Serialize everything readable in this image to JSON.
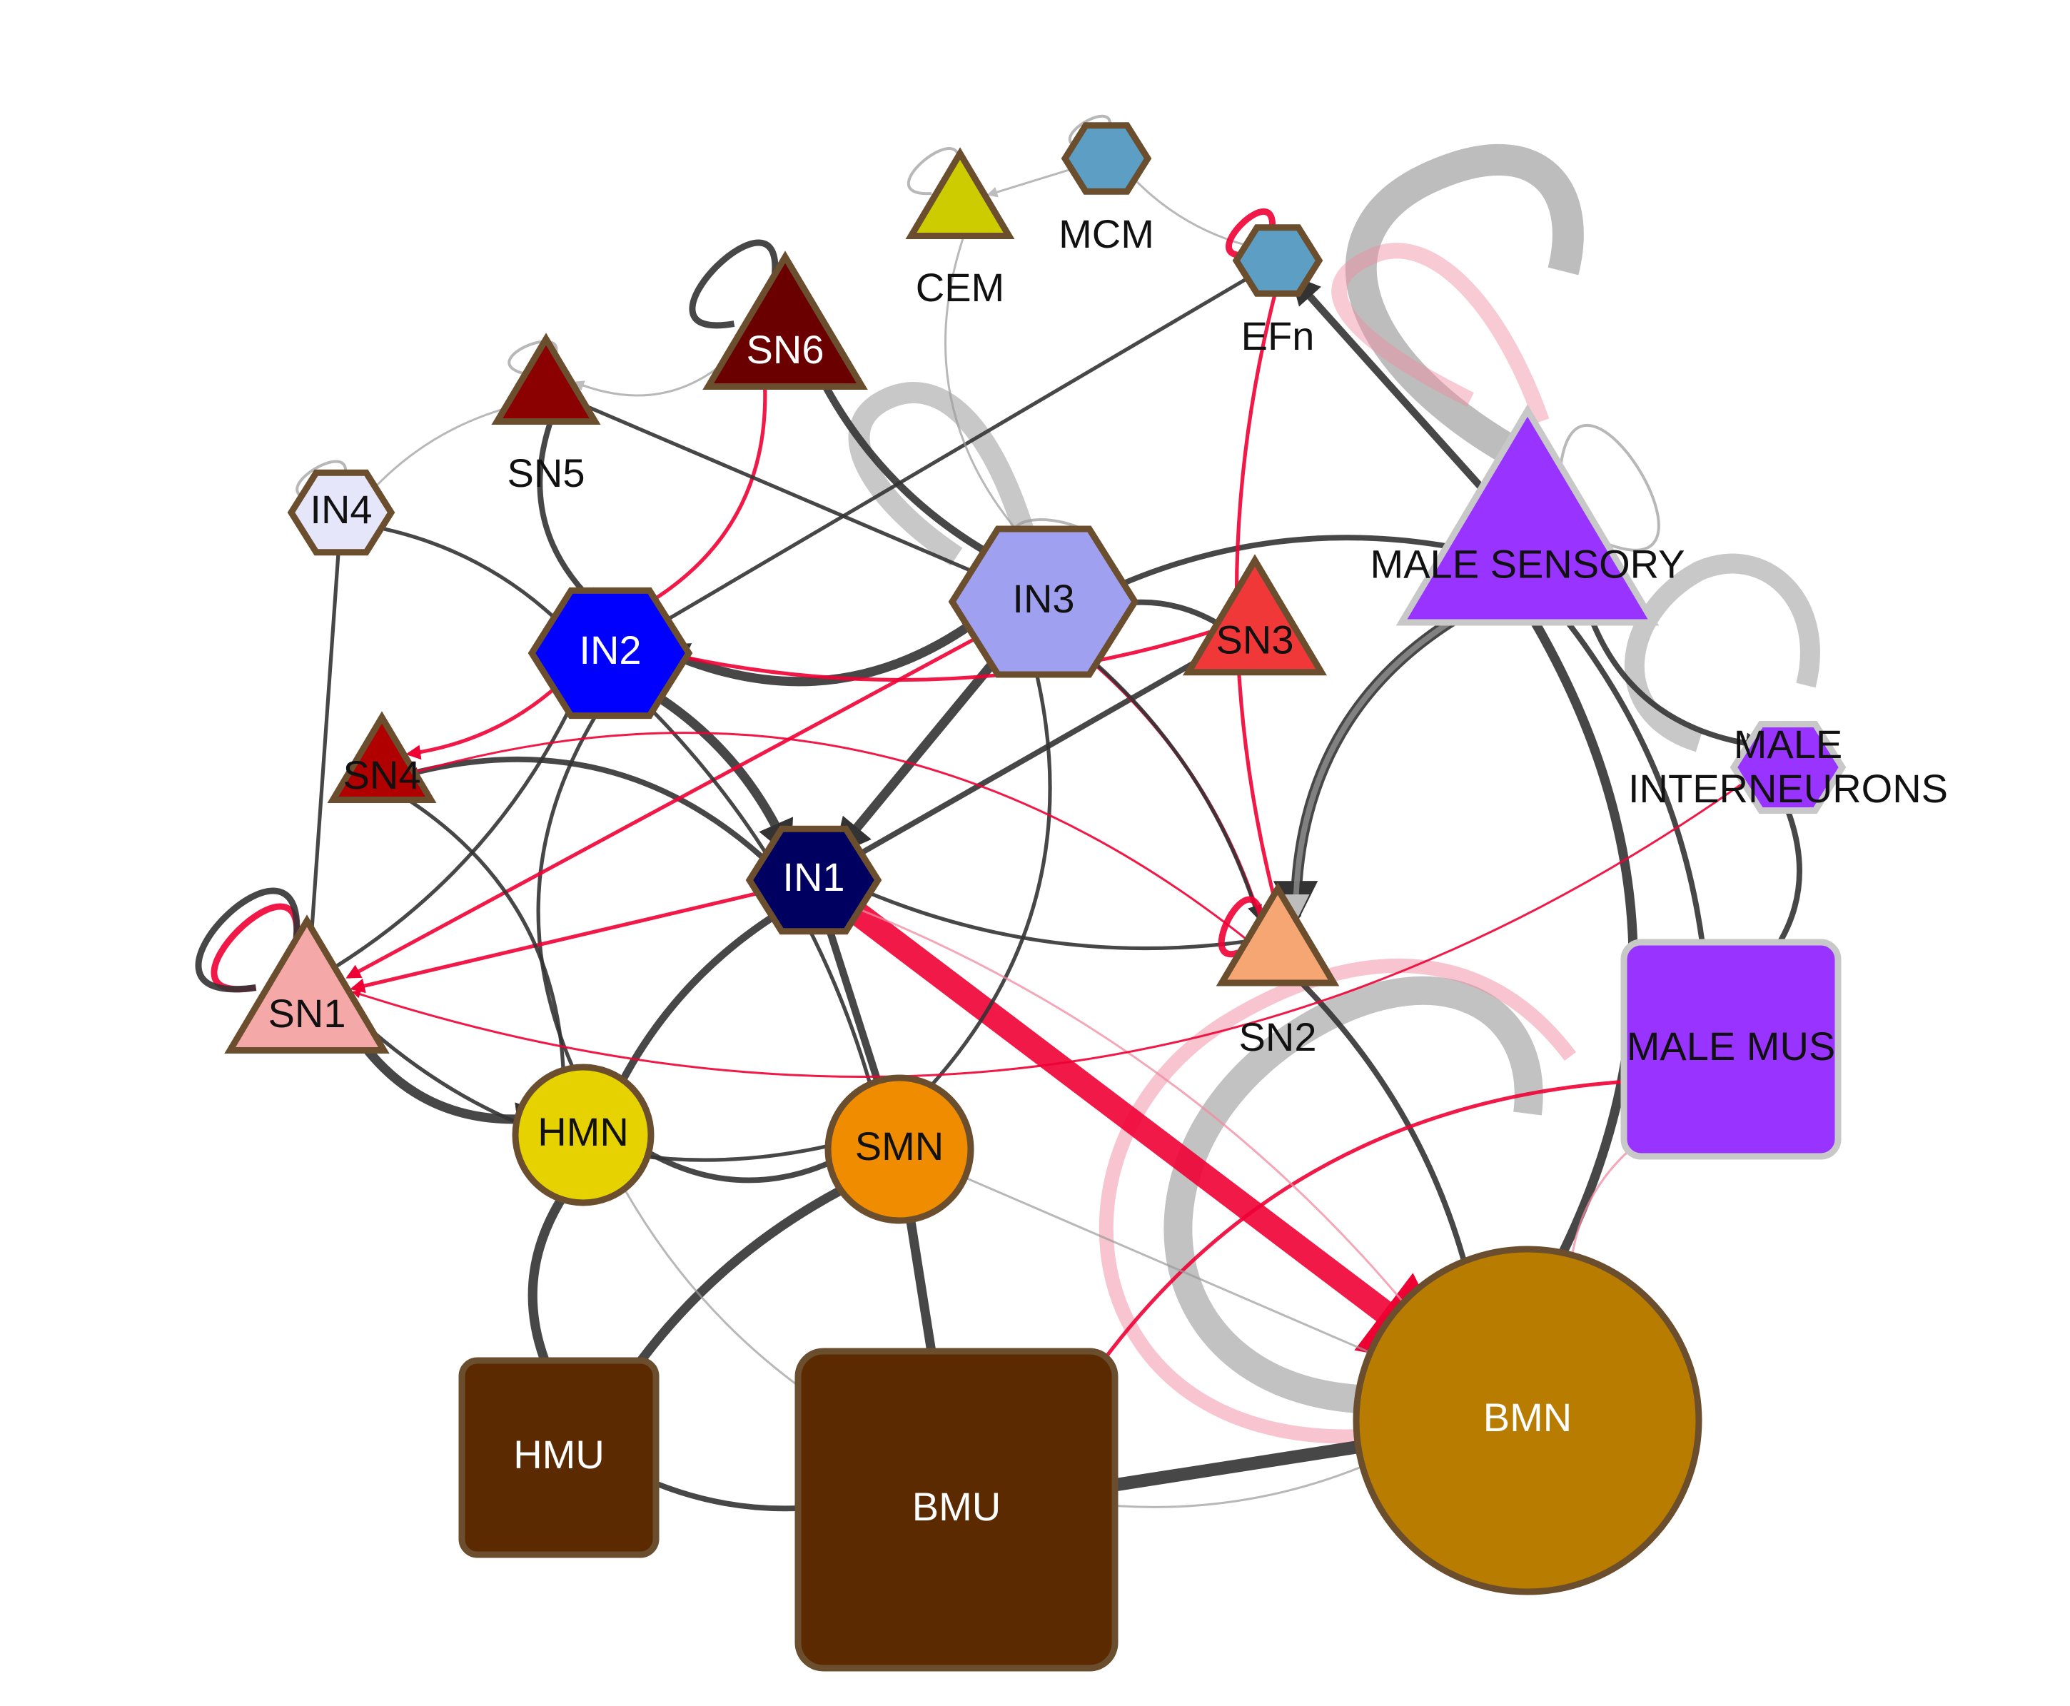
{
  "colors": {
    "excitatory_edge": "#333333",
    "excitatory_light": "#9a9a9a",
    "inhibitory_edge": "#ee0033",
    "inhibitory_light": "#f08aa0",
    "node_stroke": "#6b4e2e",
    "male_stroke": "#c8c8c8"
  },
  "nodes": [
    {
      "id": "CEM",
      "label": "CEM",
      "shape": "triangle",
      "fill": "#cccc00",
      "label_pos": "below",
      "text_color": "#111111"
    },
    {
      "id": "MCM",
      "label": "MCM",
      "shape": "hexagon",
      "fill": "#5d9ec4",
      "label_pos": "below",
      "text_color": "#111111"
    },
    {
      "id": "EFn",
      "label": "EFn",
      "shape": "hexagon",
      "fill": "#5d9ec4",
      "label_pos": "below",
      "text_color": "#111111"
    },
    {
      "id": "SN6",
      "label": "SN6",
      "shape": "triangle",
      "fill": "#6a0000",
      "label_pos": "inside",
      "text_color": "#ffffff"
    },
    {
      "id": "SN5",
      "label": "SN5",
      "shape": "triangle",
      "fill": "#8b0000",
      "label_pos": "below",
      "text_color": "#111111"
    },
    {
      "id": "IN4",
      "label": "IN4",
      "shape": "hexagon",
      "fill": "#e6e6fa",
      "label_pos": "inside",
      "text_color": "#111111"
    },
    {
      "id": "IN2",
      "label": "IN2",
      "shape": "hexagon",
      "fill": "#0000ff",
      "label_pos": "inside",
      "text_color": "#ffffff"
    },
    {
      "id": "IN3",
      "label": "IN3",
      "shape": "hexagon",
      "fill": "#a0a0f0",
      "label_pos": "inside",
      "text_color": "#111111"
    },
    {
      "id": "SN3",
      "label": "SN3",
      "shape": "triangle",
      "fill": "#f03838",
      "label_pos": "inside",
      "text_color": "#111111"
    },
    {
      "id": "MALE_SENSORY",
      "label": "MALE SENSORY",
      "shape": "triangle",
      "fill": "#9933ff",
      "label_pos": "inside",
      "text_color": "#111111"
    },
    {
      "id": "MALE_INTERNEURONS",
      "label_lines": [
        "MALE",
        "INTERNEURONS"
      ],
      "shape": "hexagon",
      "fill": "#9933ff",
      "label_pos": "inside",
      "text_color": "#111111"
    },
    {
      "id": "SN4",
      "label": "SN4",
      "shape": "triangle",
      "fill": "#b00000",
      "label_pos": "inside",
      "text_color": "#111111"
    },
    {
      "id": "IN1",
      "label": "IN1",
      "shape": "hexagon",
      "fill": "#000060",
      "label_pos": "inside",
      "text_color": "#ffffff"
    },
    {
      "id": "SN1",
      "label": "SN1",
      "shape": "triangle",
      "fill": "#f5a8a8",
      "label_pos": "inside",
      "text_color": "#111111"
    },
    {
      "id": "SN2",
      "label": "SN2",
      "shape": "triangle",
      "fill": "#f5a673",
      "label_pos": "below",
      "text_color": "#111111"
    },
    {
      "id": "MALE_MUS",
      "label": "MALE MUS",
      "shape": "square",
      "fill": "#9933ff",
      "label_pos": "inside",
      "text_color": "#111111"
    },
    {
      "id": "HMN",
      "label": "HMN",
      "shape": "circle",
      "fill": "#e6d200",
      "label_pos": "inside",
      "text_color": "#111111"
    },
    {
      "id": "SMN",
      "label": "SMN",
      "shape": "circle",
      "fill": "#f08c00",
      "label_pos": "inside",
      "text_color": "#111111"
    },
    {
      "id": "HMU",
      "label": "HMU",
      "shape": "square",
      "fill": "#5c2a00",
      "label_pos": "inside",
      "text_color": "#ffffff"
    },
    {
      "id": "BMU",
      "label": "BMU",
      "shape": "square",
      "fill": "#5c2a00",
      "label_pos": "inside",
      "text_color": "#ffffff"
    },
    {
      "id": "BMN",
      "label": "BMN",
      "shape": "circle",
      "fill": "#b87d00",
      "label_pos": "inside",
      "text_color": "#ffffff"
    }
  ],
  "edges": [
    {
      "from": "IN1",
      "to": "BMN",
      "type": "inhibitory",
      "weight": 9
    },
    {
      "from": "BMN",
      "to": "BMU",
      "type": "excitatory",
      "weight": 7
    },
    {
      "from": "SMN",
      "to": "BMU",
      "type": "excitatory",
      "weight": 5
    },
    {
      "from": "SMN",
      "to": "HMU",
      "type": "excitatory",
      "weight": 5
    },
    {
      "from": "HMN",
      "to": "HMU",
      "type": "excitatory",
      "weight": 5
    },
    {
      "from": "SMN",
      "to": "HMN",
      "type": "excitatory",
      "weight": 3
    },
    {
      "from": "BMU",
      "to": "HMU",
      "type": "excitatory",
      "weight": 3
    },
    {
      "from": "IN1",
      "to": "SMN",
      "type": "excitatory",
      "weight": 4
    },
    {
      "from": "IN1",
      "to": "HMN",
      "type": "excitatory",
      "weight": 4
    },
    {
      "from": "SN1",
      "to": "HMN",
      "type": "excitatory",
      "weight": 5
    },
    {
      "from": "IN3",
      "to": "IN2",
      "type": "excitatory",
      "weight": 5
    },
    {
      "from": "IN2",
      "to": "IN1",
      "type": "excitatory",
      "weight": 5
    },
    {
      "from": "IN3",
      "to": "IN1",
      "type": "excitatory",
      "weight": 5
    },
    {
      "from": "SN6",
      "to": "IN3",
      "type": "excitatory",
      "weight": 4
    },
    {
      "from": "MALE_SENSORY",
      "to": "SN2",
      "type": "excitatory",
      "weight": 6
    },
    {
      "from": "MALE_SENSORY",
      "to": "BMN",
      "type": "excitatory",
      "weight": 5
    },
    {
      "from": "MALE_SENSORY",
      "to": "MALE_MUS",
      "type": "excitatory",
      "weight": 3
    },
    {
      "from": "MALE_SENSORY",
      "to": "EFn",
      "type": "excitatory",
      "weight": 4
    },
    {
      "from": "MALE_SENSORY",
      "to": "IN3",
      "type": "excitatory",
      "weight": 3
    },
    {
      "from": "MALE_SENSORY",
      "to": "MALE_INTERNEURONS",
      "type": "excitatory",
      "weight": 3
    },
    {
      "from": "MALE_INTERNEURONS",
      "to": "MALE_MUS",
      "type": "excitatory",
      "weight": 3
    },
    {
      "from": "SN2",
      "to": "BMN",
      "type": "excitatory",
      "weight": 3
    },
    {
      "from": "SN3",
      "to": "IN1",
      "type": "excitatory",
      "weight": 3
    },
    {
      "from": "SN3",
      "to": "IN3",
      "type": "excitatory",
      "weight": 3
    },
    {
      "from": "SN5",
      "to": "IN2",
      "type": "excitatory",
      "weight": 3
    },
    {
      "from": "SN4",
      "to": "IN1",
      "type": "excitatory",
      "weight": 3
    },
    {
      "from": "IN4",
      "to": "IN2",
      "type": "excitatory",
      "weight": 2
    },
    {
      "from": "IN4",
      "to": "SN1",
      "type": "excitatory",
      "weight": 2
    },
    {
      "from": "SN1",
      "to": "IN2",
      "type": "excitatory",
      "weight": 2
    },
    {
      "from": "IN2",
      "to": "HMN",
      "type": "excitatory",
      "weight": 2
    },
    {
      "from": "IN3",
      "to": "SMN",
      "type": "excitatory",
      "weight": 2
    },
    {
      "from": "SN2",
      "to": "IN1",
      "type": "excitatory",
      "weight": 2
    },
    {
      "from": "EFn",
      "to": "IN2",
      "type": "excitatory",
      "weight": 2
    },
    {
      "from": "MCM",
      "to": "EFn",
      "type": "excitatory_light",
      "weight": 1
    },
    {
      "from": "CEM",
      "to": "IN3",
      "type": "excitatory_light",
      "weight": 1
    },
    {
      "from": "SN6",
      "to": "IN2",
      "type": "inhibitory",
      "weight": 2
    },
    {
      "from": "SN3",
      "to": "IN2",
      "type": "inhibitory",
      "weight": 2
    },
    {
      "from": "IN3",
      "to": "SN1",
      "type": "inhibitory",
      "weight": 2
    },
    {
      "from": "SN2",
      "to": "IN3",
      "type": "inhibitory",
      "weight": 2
    },
    {
      "from": "MALE_MUS",
      "to": "BMU",
      "type": "inhibitory",
      "weight": 2
    },
    {
      "from": "BMN",
      "to": "MALE_MUS",
      "type": "inhibitory_light",
      "weight": 1
    },
    {
      "from": "IN2",
      "to": "SN4",
      "type": "inhibitory",
      "weight": 2
    },
    {
      "from": "IN1",
      "to": "SN1",
      "type": "inhibitory",
      "weight": 2
    },
    {
      "from": "EFn",
      "to": "SN2",
      "type": "inhibitory",
      "weight": 2
    },
    {
      "from": "MALE_SENSORY",
      "to": "SN2",
      "type": "excitatory_light",
      "weight": 3
    },
    {
      "from": "SN6",
      "to": "SN5",
      "type": "excitatory_light",
      "weight": 1
    },
    {
      "from": "IN4",
      "to": "SN5",
      "type": "excitatory_light",
      "weight": 1
    },
    {
      "from": "MCM",
      "to": "CEM",
      "type": "excitatory_light",
      "weight": 1
    },
    {
      "from": "HMN",
      "to": "BMU",
      "type": "excitatory_light",
      "weight": 1
    },
    {
      "from": "SN1",
      "to": "SMN",
      "type": "excitatory",
      "weight": 2
    },
    {
      "from": "SN4",
      "to": "HMN",
      "type": "excitatory",
      "weight": 2
    },
    {
      "from": "IN2",
      "to": "SMN",
      "type": "excitatory",
      "weight": 2
    },
    {
      "from": "SN5",
      "to": "IN3",
      "type": "excitatory",
      "weight": 2
    },
    {
      "from": "BMN",
      "to": "IN1",
      "type": "inhibitory_light",
      "weight": 1
    },
    {
      "from": "SN2",
      "to": "SN4",
      "type": "inhibitory",
      "weight": 1
    },
    {
      "from": "MALE_INTERNEURONS",
      "to": "SN1",
      "type": "inhibitory",
      "weight": 1
    },
    {
      "from": "IN3",
      "to": "SN2",
      "type": "excitatory",
      "weight": 2
    },
    {
      "from": "SMN",
      "to": "BMN",
      "type": "excitatory_light",
      "weight": 1
    },
    {
      "from": "BMU",
      "to": "BMN",
      "type": "excitatory_light",
      "weight": 1
    }
  ],
  "self_loops": [
    {
      "node": "SN1",
      "type": "inhibitory"
    },
    {
      "node": "SN1",
      "type": "excitatory"
    },
    {
      "node": "HMU",
      "type": "inhibitory"
    },
    {
      "node": "SN6",
      "type": "excitatory"
    },
    {
      "node": "EFn",
      "type": "inhibitory"
    },
    {
      "node": "IN4",
      "type": "excitatory_light"
    },
    {
      "node": "SN5",
      "type": "excitatory_light"
    },
    {
      "node": "CEM",
      "type": "excitatory_light"
    },
    {
      "node": "MCM",
      "type": "excitatory_light"
    },
    {
      "node": "SN2",
      "type": "inhibitory"
    },
    {
      "node": "MALE_SENSORY",
      "type": "excitatory_light"
    },
    {
      "node": "BMN",
      "type": "excitatory_light"
    },
    {
      "node": "IN3",
      "type": "excitatory_light"
    }
  ]
}
